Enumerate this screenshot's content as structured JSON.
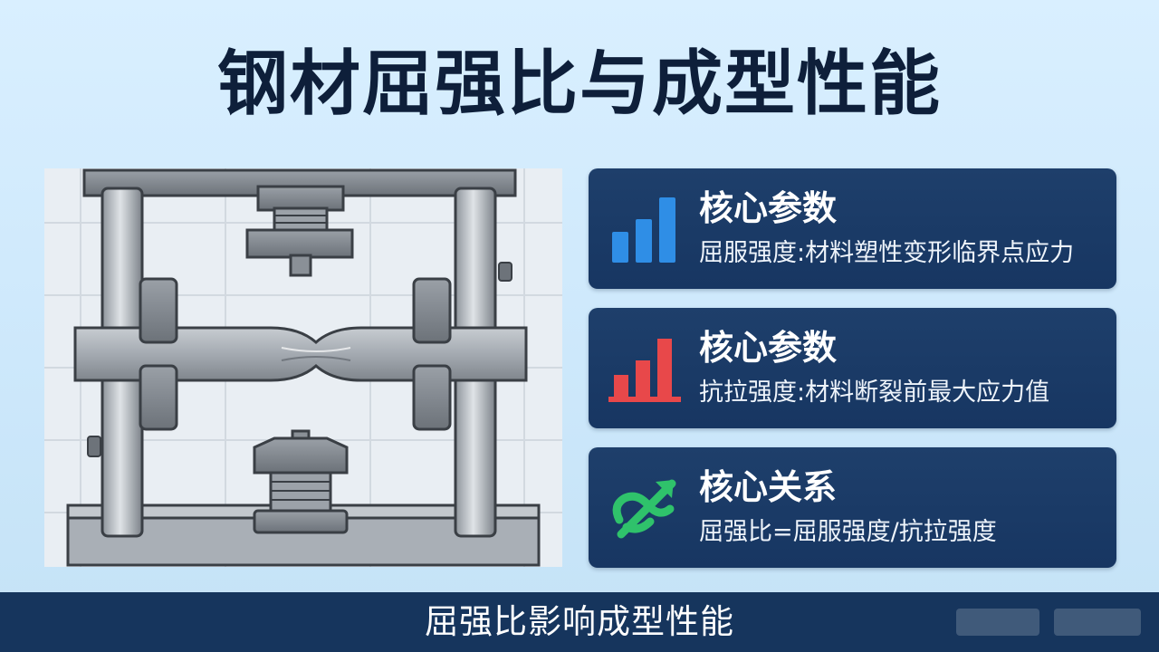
{
  "title": "钢材屈强比与成型性能",
  "cards": [
    {
      "title": "核心参数",
      "description": "屈服强度:材料塑性变形临界点应力",
      "icon": "bar-chart-icon",
      "color": "#2f8ee6"
    },
    {
      "title": "核心参数",
      "description": "抗拉强度:材料断裂前最大应力值",
      "icon": "bar-chart-icon",
      "color": "#e8484a"
    },
    {
      "title": "核心关系",
      "description": "屈强比=屈服强度/抗拉强度",
      "icon": "relation-arrow-icon",
      "color": "#2fc26b"
    }
  ],
  "footer": {
    "caption": "屈强比影响成型性能"
  }
}
